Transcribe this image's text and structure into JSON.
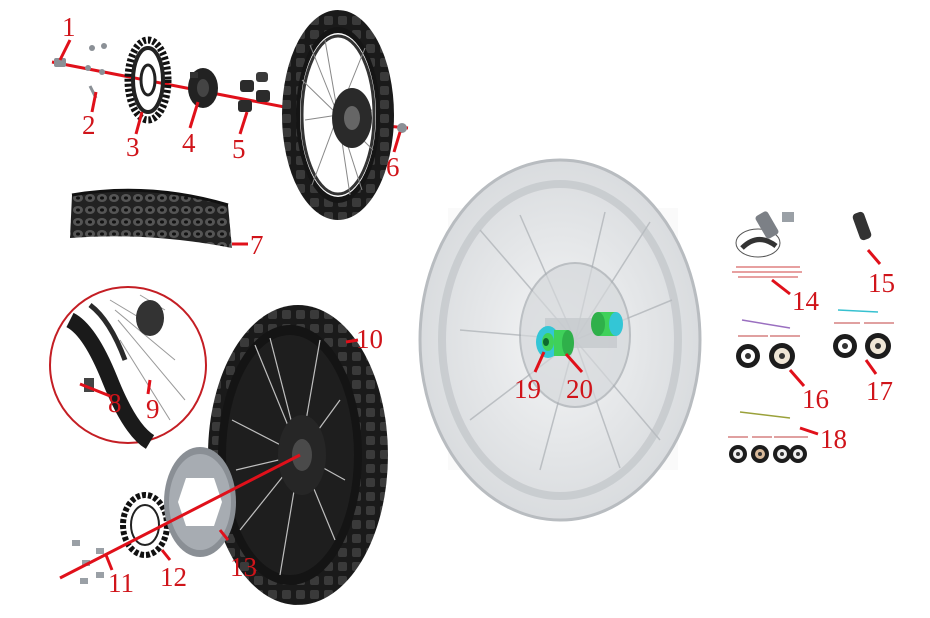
{
  "callouts": {
    "c1": "1",
    "c2": "2",
    "c3": "3",
    "c4": "4",
    "c5": "5",
    "c6": "6",
    "c7": "7",
    "c8": "8",
    "c9": "9",
    "c10": "10",
    "c11": "11",
    "c12": "12",
    "c13": "13",
    "c14": "14",
    "c15": "15",
    "c16": "16",
    "c17": "17",
    "c18": "18",
    "c19": "19",
    "c20": "20"
  },
  "colors": {
    "callout": "#d0141a",
    "leader": "#e0101a",
    "tire": "#1c1c1c",
    "rim": "#2a2a2a",
    "metal": "#9aa0a6",
    "bearing_green": "#3fd15a",
    "bearing_cyan": "#33c6d6",
    "ghost": "#c8ccd0"
  }
}
